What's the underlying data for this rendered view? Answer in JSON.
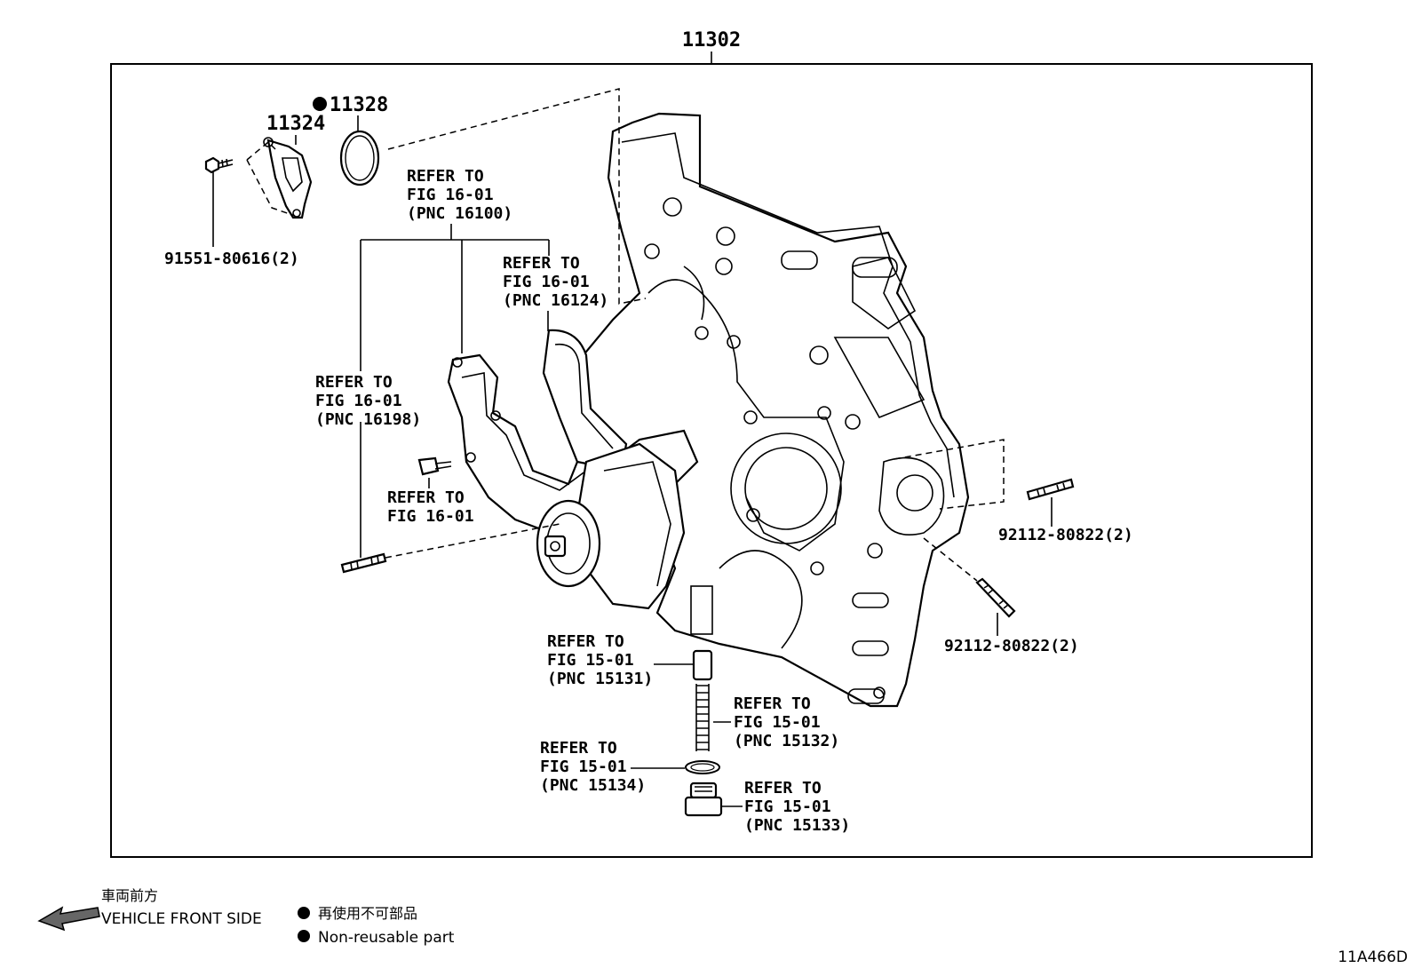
{
  "main_part": "11302",
  "parts": {
    "p11324": "11324",
    "p11328": "11328",
    "bolt": "91551-80616(2)",
    "stud_right_upper": "92112-80822(2)",
    "stud_right_lower": "92112-80822(2)"
  },
  "refs": {
    "r16100": [
      "REFER TO",
      "FIG 16-01",
      "(PNC 16100)"
    ],
    "r16124": [
      "REFER TO",
      "FIG 16-01",
      "(PNC 16124)"
    ],
    "r16198": [
      "REFER TO",
      "FIG 16-01",
      "(PNC 16198)"
    ],
    "r1601": [
      "REFER TO",
      "FIG 16-01"
    ],
    "r15131": [
      "REFER TO",
      "FIG 15-01",
      "(PNC 15131)"
    ],
    "r15132": [
      "REFER TO",
      "FIG 15-01",
      "(PNC 15132)"
    ],
    "r15134": [
      "REFER TO",
      "FIG 15-01",
      "(PNC 15134)"
    ],
    "r15133": [
      "REFER TO",
      "FIG 15-01",
      "(PNC 15133)"
    ]
  },
  "legend": {
    "front_jp": "車両前方",
    "front_en": "VEHICLE FRONT SIDE",
    "nonreuse_jp": "再使用不可部品",
    "nonreuse_en": "Non-reusable part"
  },
  "figure_code": "11A466D"
}
